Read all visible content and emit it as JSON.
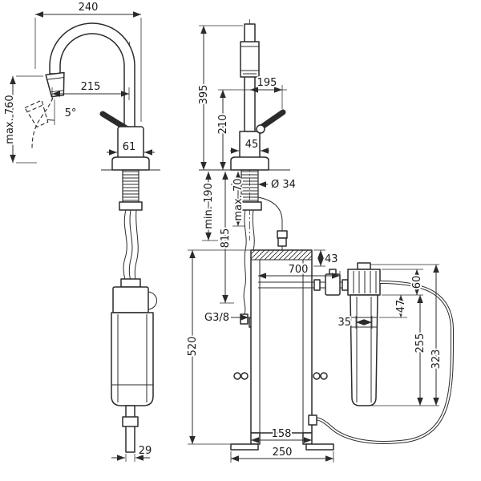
{
  "drawing": {
    "side_view": {
      "spout_reach": "240",
      "outlet_reach": "215",
      "max_pullout": "max. 760",
      "spray_angle": "5°",
      "body_width": "61",
      "outlet_hose_width": "29"
    },
    "front_view": {
      "height_total": "395",
      "height_handle": "210",
      "handle_reach": "195",
      "body_depth": "45",
      "shank_diameter": "Ø 34",
      "min_installation_depth": "min. 190",
      "hose_length_below": "815",
      "max_counter_thickness": "max. 70",
      "top_offset": "43",
      "hose_length_filter": "700",
      "filter_head_height": "60",
      "filter_neck_height": "47",
      "filter_clearance": "35",
      "filter_body_height": "255",
      "filter_total_height": "323",
      "connection_thread": "G3/8",
      "console_height": "520",
      "foot_inner_width": "158",
      "foot_outer_width": "250"
    }
  }
}
